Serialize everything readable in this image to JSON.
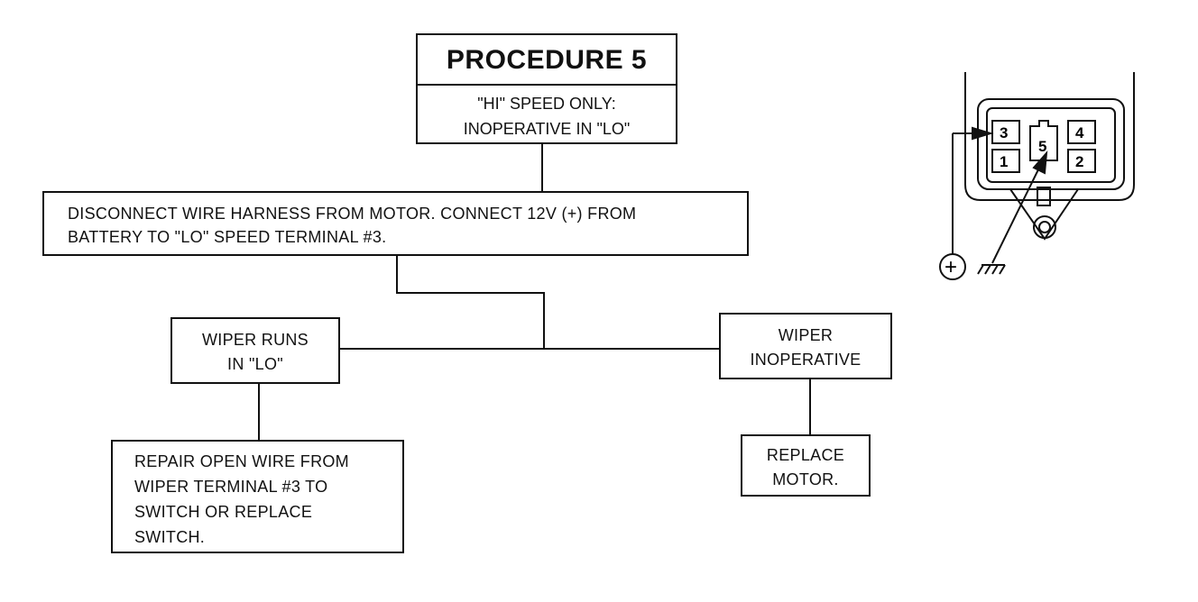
{
  "procedure": {
    "title": "PROCEDURE 5",
    "symptom_line1": "\"HI\" SPEED ONLY:",
    "symptom_line2": "INOPERATIVE IN \"LO\""
  },
  "step": {
    "line1": "DISCONNECT WIRE HARNESS FROM MOTOR. CONNECT 12V (+) FROM",
    "line2": "BATTERY TO \"LO\" SPEED TERMINAL #3."
  },
  "result_runs": {
    "line1": "WIPER RUNS",
    "line2": "IN \"LO\""
  },
  "result_inoperative": {
    "line1": "WIPER",
    "line2": "INOPERATIVE"
  },
  "action_repair": {
    "line1": "REPAIR OPEN WIRE FROM",
    "line2": "WIPER TERMINAL #3 TO",
    "line3": "SWITCH OR REPLACE",
    "line4": "SWITCH."
  },
  "action_replace": {
    "line1": "REPLACE",
    "line2": "MOTOR."
  },
  "connector": {
    "pins": [
      "3",
      "5",
      "4",
      "1",
      "2"
    ],
    "battery_symbol": "+"
  }
}
